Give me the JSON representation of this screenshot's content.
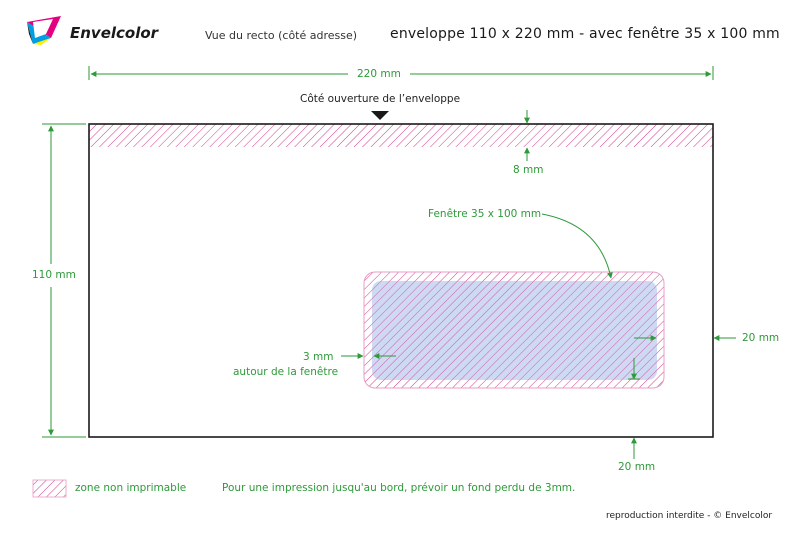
{
  "brand": {
    "name": "Envelcolor"
  },
  "header": {
    "subtitle": "Vue du recto (côté adresse)",
    "title": "enveloppe 110 x 220 mm - avec fenêtre 35 x 100 mm"
  },
  "dimensions": {
    "width": "220 mm",
    "height": "110 mm",
    "top_band": "8 mm",
    "window_right": "20 mm",
    "window_bottom": "20 mm",
    "window_margin": "3 mm",
    "window_margin_caption": "autour de la fenêtre"
  },
  "labels": {
    "opening": "Côté ouverture de l’enveloppe",
    "window": "Fenêtre 35 x 100 mm"
  },
  "legend": {
    "zone": "zone non imprimable",
    "note": "Pour une impression jusqu'au bord, prévoir un fond perdu de 3mm."
  },
  "footer": {
    "copyright": "reproduction interdite - © Envelcolor"
  },
  "colors": {
    "dimension_green": "#2e9a3a",
    "hatch_pink": "#d63c8c",
    "window_blue": "#c6d4f2"
  }
}
